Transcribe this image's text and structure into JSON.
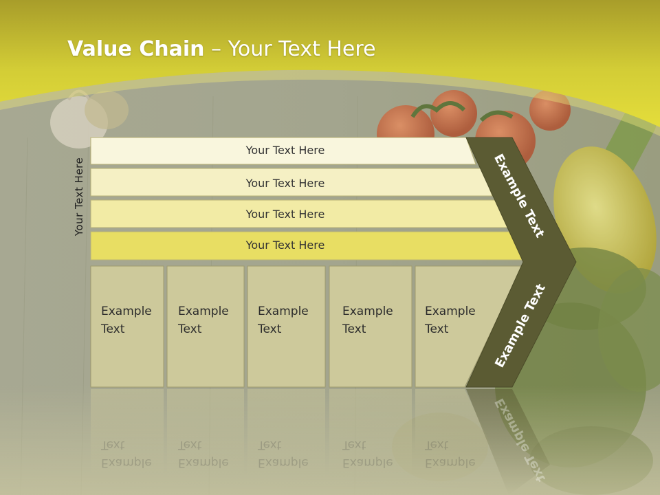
{
  "slide": {
    "title_bold": "Value Chain",
    "title_rest": " – Your Text Here",
    "side_label": "Your Text Here"
  },
  "rows": [
    {
      "label": "Your Text Here"
    },
    {
      "label": "Your Text Here"
    },
    {
      "label": "Your Text Here"
    },
    {
      "label": "Your Text Here"
    }
  ],
  "boxes": [
    {
      "line1": "Example",
      "line2": "Text"
    },
    {
      "line1": "Example",
      "line2": "Text"
    },
    {
      "line1": "Example",
      "line2": "Text"
    },
    {
      "line1": "Example",
      "line2": "Text"
    },
    {
      "line1": "Example",
      "line2": "Text"
    }
  ],
  "chevron": {
    "upper_label": "Example Text",
    "lower_label": "Example Text"
  },
  "colors": {
    "header": "#d4cf3a",
    "chevron": "#5b5b33",
    "row_light": "#f9f6dd",
    "row_dark": "#e8de63",
    "box": "#cdc99b"
  }
}
